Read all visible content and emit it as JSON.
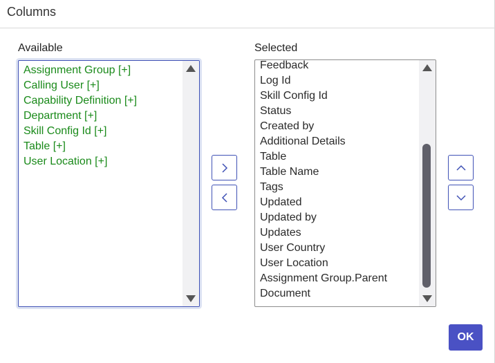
{
  "dialog": {
    "title": "Columns",
    "ok_label": "OK"
  },
  "available": {
    "label": "Available",
    "items": [
      "Assignment Group [+]",
      "Calling User [+]",
      "Capability Definition [+]",
      "Department [+]",
      "Skill Config Id [+]",
      "Table [+]",
      "User Location [+]"
    ]
  },
  "selected": {
    "label": "Selected",
    "items": [
      "Feedback",
      "Log Id",
      "Skill Config Id",
      "Status",
      "Created by",
      "Additional Details",
      "Table",
      "Table Name",
      "Tags",
      "Updated",
      "Updated by",
      "Updates",
      "User Country",
      "User Location",
      "Assignment Group.Parent",
      "Document"
    ]
  },
  "icons": {
    "add": "chevron-right-icon",
    "remove": "chevron-left-icon",
    "move_up": "chevron-up-icon",
    "move_down": "chevron-down-icon"
  },
  "colors": {
    "accent": "#3f51b5",
    "available_text": "#1a8a1a",
    "ok_bg": "#4a51c4"
  }
}
